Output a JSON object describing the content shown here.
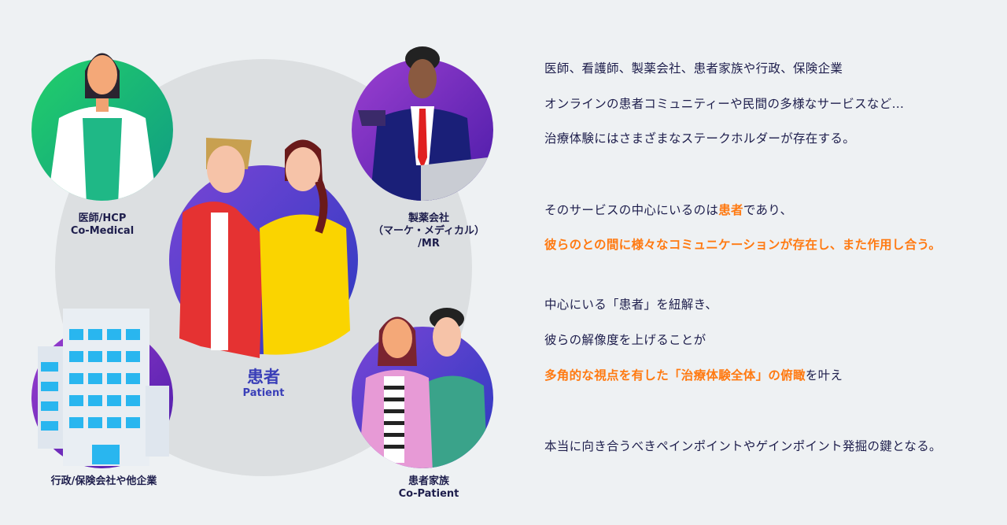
{
  "diagram": {
    "doctor": {
      "label1": "医師/HCP",
      "label2": "Co-Medical"
    },
    "pharma": {
      "label1": "製薬会社",
      "label2": "（マーケ・メディカル）",
      "label3": "/MR"
    },
    "patient": {
      "label1": "患者",
      "label2": "Patient"
    },
    "government": {
      "label1": "行政/保険会社や他企業"
    },
    "family": {
      "label1": "患者家族",
      "label2": "Co-Patient"
    }
  },
  "text": {
    "l1": "医師、看護師、製薬会社、患者家族や行政、保険企業",
    "l2": "オンラインの患者コミュニティーや民間の多様なサービスなど…",
    "l3": "治療体験にはさまざまなステークホルダーが存在する。",
    "l4a": "そのサービスの中心にいるのは",
    "l4b": "患者",
    "l4c": "であり、",
    "l5": "彼らのとの間に様々なコミュニケーションが存在し、また作用し合う。",
    "l6": "中心にいる「患者」を紐解き、",
    "l7": "彼らの解像度を上げることが",
    "l8a": "多角的な視点を有した「治療体験全体」の俯瞰",
    "l8b": "を叶え",
    "l9": "本当に向き合うべきペインポイントやゲインポイント発掘の鍵となる。"
  },
  "colors": {
    "accent": "#ff7a12",
    "text": "#1e1e4c",
    "patient_label": "#3a3fb8"
  }
}
